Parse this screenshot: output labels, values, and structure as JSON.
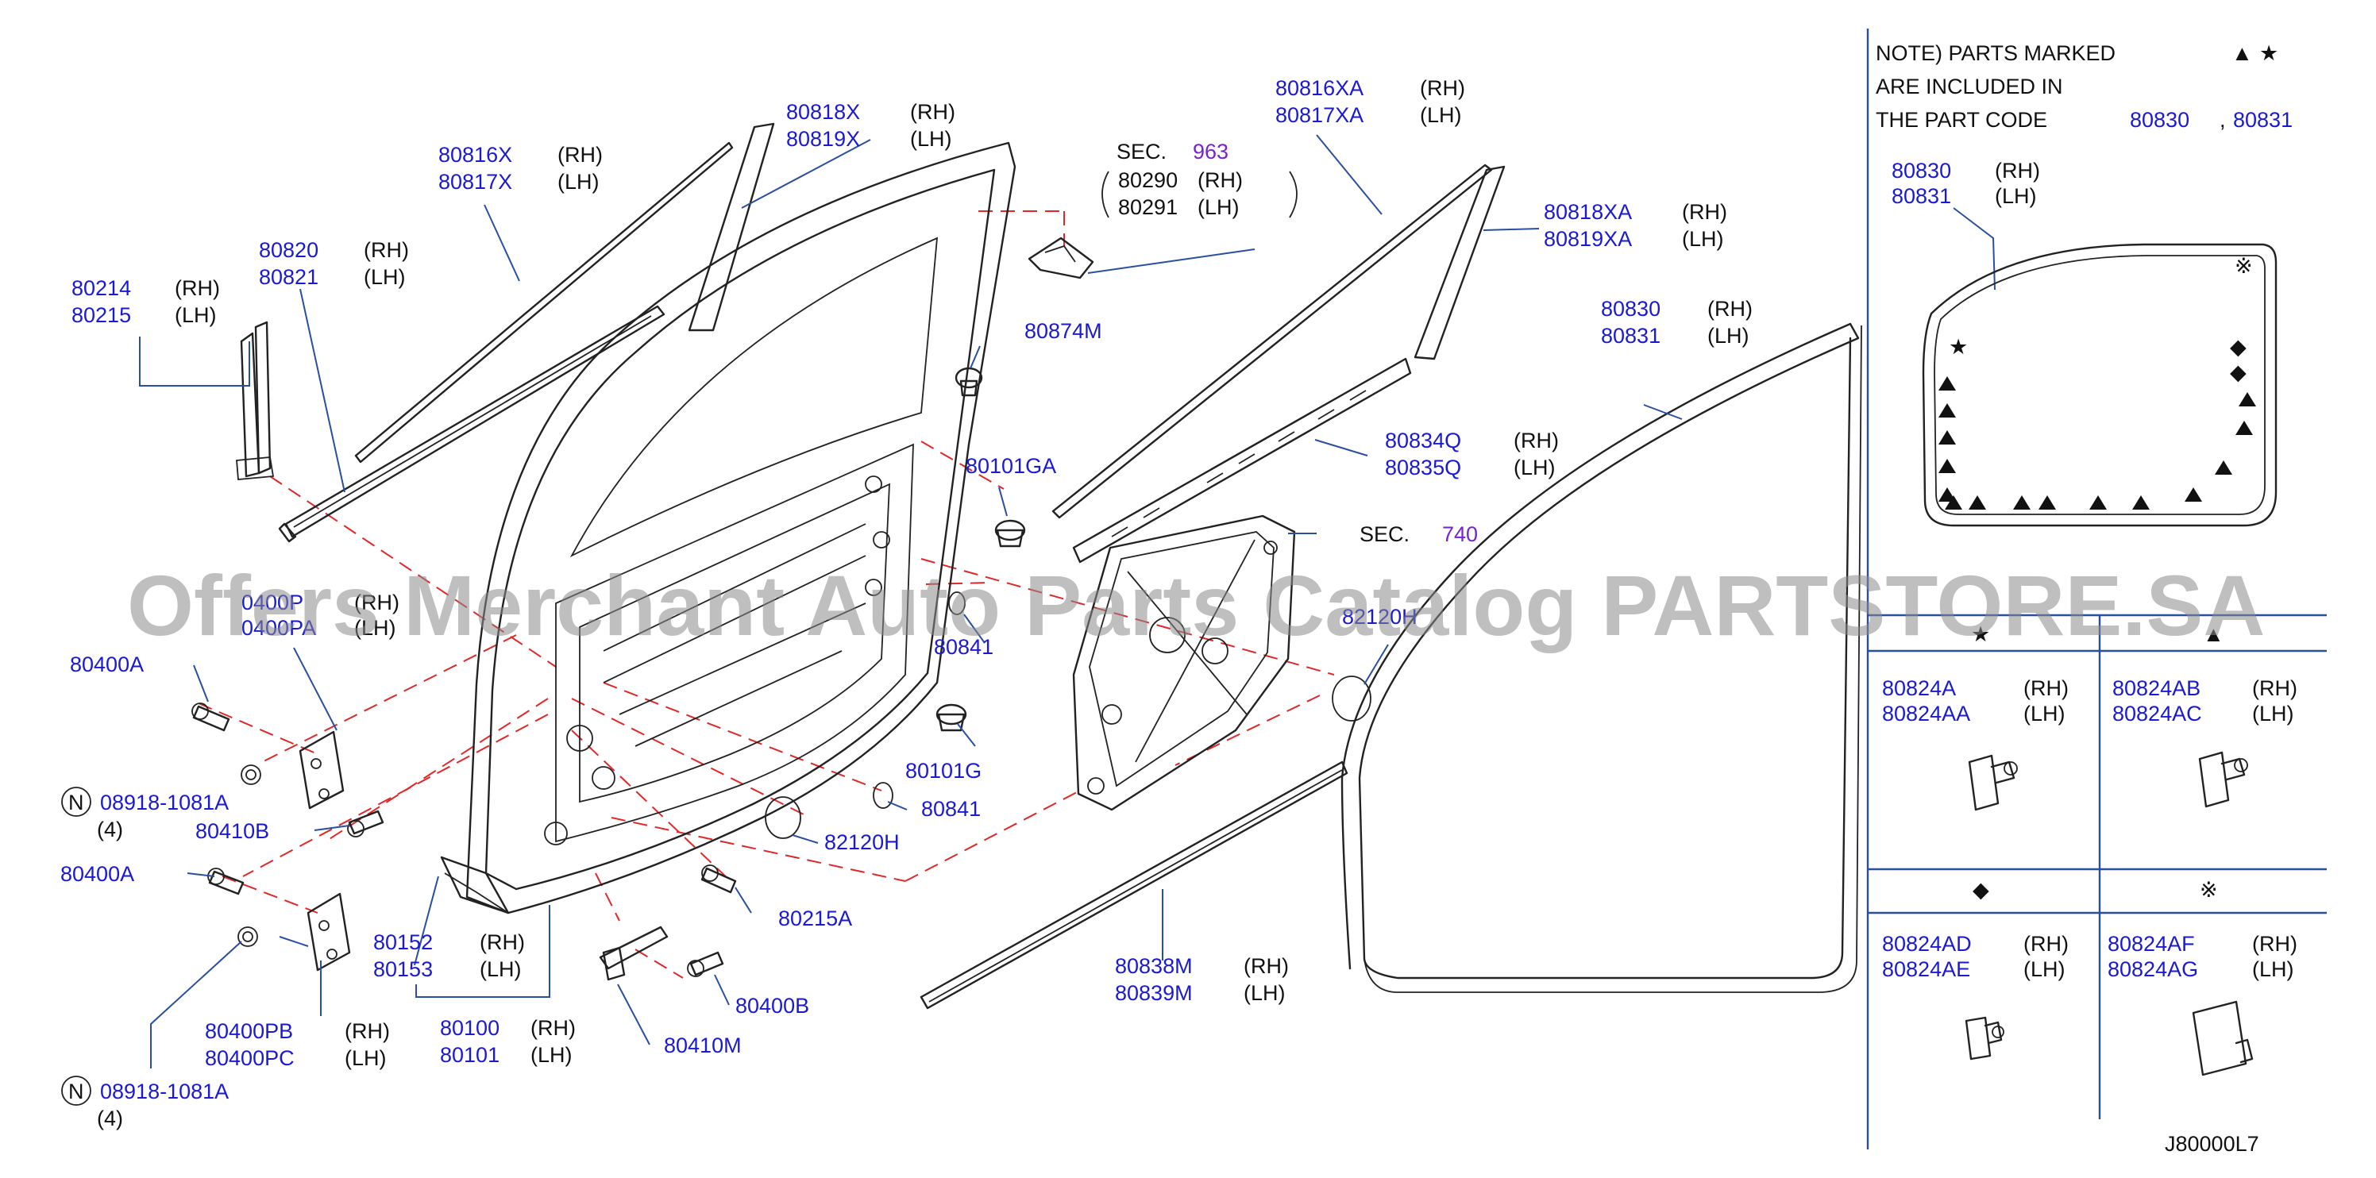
{
  "note": {
    "line1": "NOTE)   PARTS  MARKED",
    "line2": "ARE   INCLUDED   IN",
    "line3": "THE   PART   CODE",
    "code1": "80830",
    "code2": "80831",
    "sep": ","
  },
  "watermark": "Offers Merchant Auto Parts Catalog PARTSTORE.SA",
  "diagram_code": "J80000L7",
  "symbols": {
    "triangle": "▲",
    "star": "★",
    "diamond": "◆",
    "cross": "※",
    "n_mark": "N"
  },
  "labels": {
    "l80816X": "80816X",
    "l80817X": "80817X",
    "l80818X": "80818X",
    "l80819X": "80819X",
    "l80820": "80820",
    "l80821": "80821",
    "l80214": "80214",
    "l80215": "80215",
    "sec963_pre": "SEC.",
    "sec963": "963",
    "l80290": "80290",
    "l80291": "80291",
    "l80816XA": "80816XA",
    "l80817XA": "80817XA",
    "l80818XA": "80818XA",
    "l80819XA": "80819XA",
    "l80830": "80830",
    "l80831": "80831",
    "l80874M": "80874M",
    "l80101GA": "80101GA",
    "l80834Q": "80834Q",
    "l80835Q": "80835Q",
    "sec740_pre": "SEC.",
    "sec740": "740",
    "l80400PA_rh": "0400P",
    "l80400PA_lh": "0400PA",
    "l80400A1": "80400A",
    "l80400A2": "80400A",
    "l08918_1": "08918-1081A",
    "l08918_2": "08918-1081A",
    "qty4": "(4)",
    "l80410B": "80410B",
    "l80841a": "80841",
    "l80841b": "80841",
    "l82120H": "82120H",
    "l82120H_b": "82120H",
    "l80101G": "80101G",
    "l80215A": "80215A",
    "l80152": "80152",
    "l80153": "80153",
    "l80100": "80100",
    "l80101": "80101",
    "l80400PB": "80400PB",
    "l80400PC": "80400PC",
    "l80410M": "80410M",
    "l80400B": "80400B",
    "l80838M": "80838M",
    "l80839M": "80839M",
    "l80830b": "80830",
    "l80831b": "80831",
    "l80824A": "80824A",
    "l80824AA": "80824AA",
    "l80824AB": "80824AB",
    "l80824AC": "80824AC",
    "l80824AD": "80824AD",
    "l80824AE": "80824AE",
    "l80824AF": "80824AF",
    "l80824AG": "80824AG",
    "rh": "(RH)",
    "lh": "(LH)"
  }
}
